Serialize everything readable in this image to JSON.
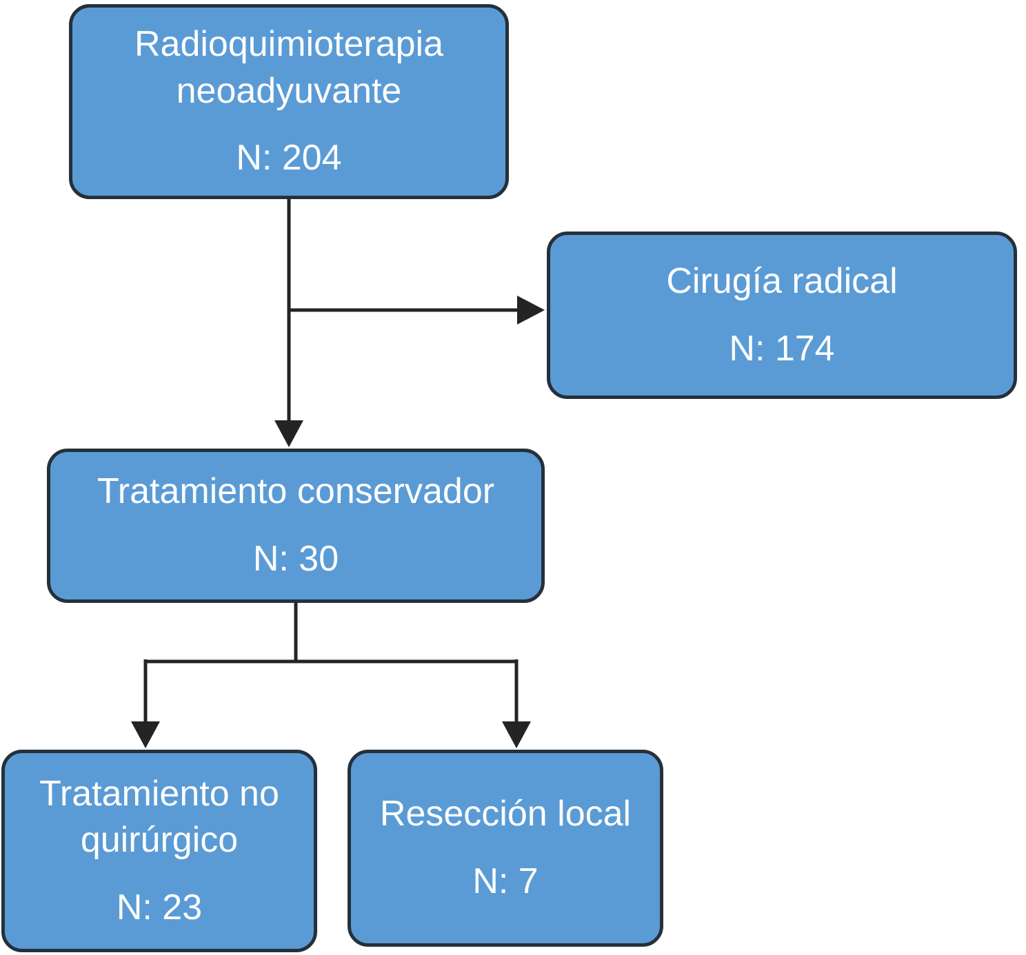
{
  "diagram": {
    "type": "flowchart",
    "background_color": "#ffffff",
    "node_fill_color": "#5b9bd5",
    "node_border_color": "#25303a",
    "node_text_color": "#fdfefe",
    "connector_color": "#242424",
    "nodes": {
      "neoadjuvant": {
        "title": "Radioquimioterapia neoadyuvante",
        "count": "N: 204"
      },
      "radical": {
        "title": "Cirugía radical",
        "count": "N: 174"
      },
      "conservative": {
        "title": "Tratamiento conservador",
        "count": "N: 30"
      },
      "nonsurgical": {
        "title": "Tratamiento no quirúrgico",
        "count": "N: 23"
      },
      "resection": {
        "title": "Resección local",
        "count": "N: 7"
      }
    },
    "edges": [
      {
        "from": "neoadjuvant",
        "to": "radical"
      },
      {
        "from": "neoadjuvant",
        "to": "conservative"
      },
      {
        "from": "conservative",
        "to": "nonsurgical"
      },
      {
        "from": "conservative",
        "to": "resection"
      }
    ]
  }
}
